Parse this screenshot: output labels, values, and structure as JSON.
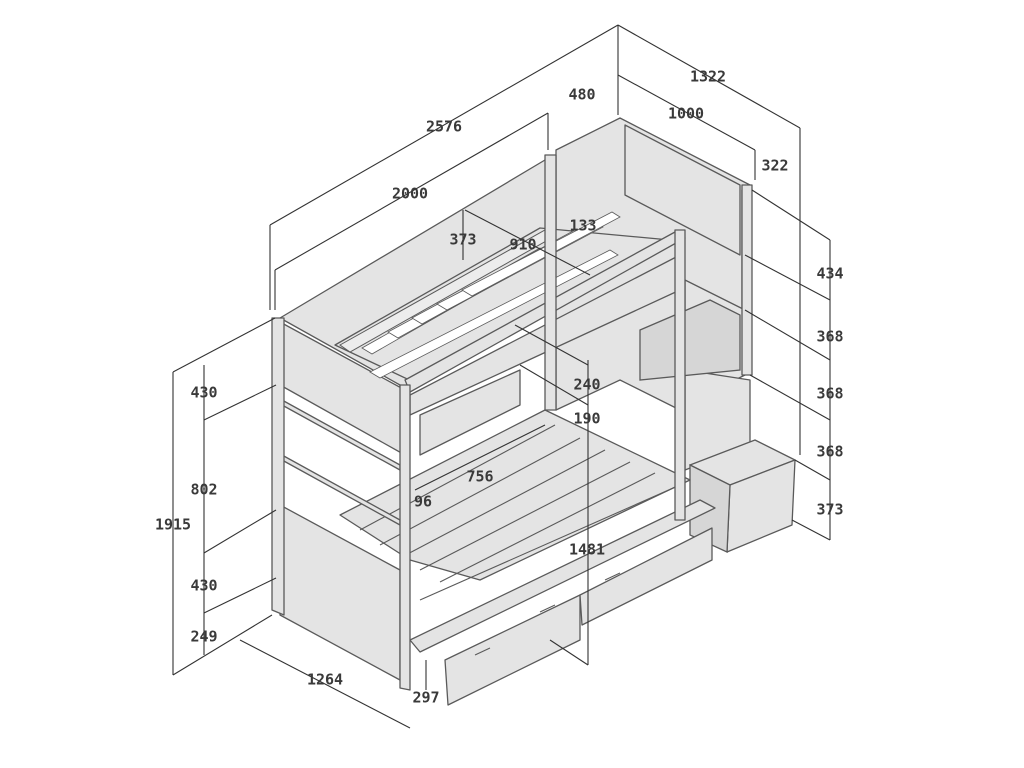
{
  "title": "Bunk bed with storage stairs - dimensions (mm)",
  "colors": {
    "panel": "#e4e4e4",
    "outline": "#5a5a5a",
    "dimension_text": "#3a3a3a"
  },
  "dimensions": {
    "total_depth_with_stairs": "1322",
    "stairs_width": "480",
    "mattress_width": "1000",
    "total_length": "2576",
    "stairs_top_offset": "322",
    "mattress_length": "2000",
    "upper_guard_height": "373",
    "guard_opening": "910",
    "upper_rail_height": "133",
    "stair_step_top": "434",
    "stair_step_1": "368",
    "stair_step_2": "368",
    "stair_step_3": "368",
    "stair_step_bottom": "373",
    "upper_frame_height": "240",
    "upper_to_lower_gap_top": "190",
    "left_panel_top": "430",
    "left_panel_middle": "802",
    "total_height": "1915",
    "left_panel_lower": "430",
    "left_panel_bottom": "249",
    "lower_drawer_depth": "756",
    "lower_frame_offset": "96",
    "lower_clearance": "1481",
    "total_width": "1264",
    "drawer_height": "297"
  }
}
